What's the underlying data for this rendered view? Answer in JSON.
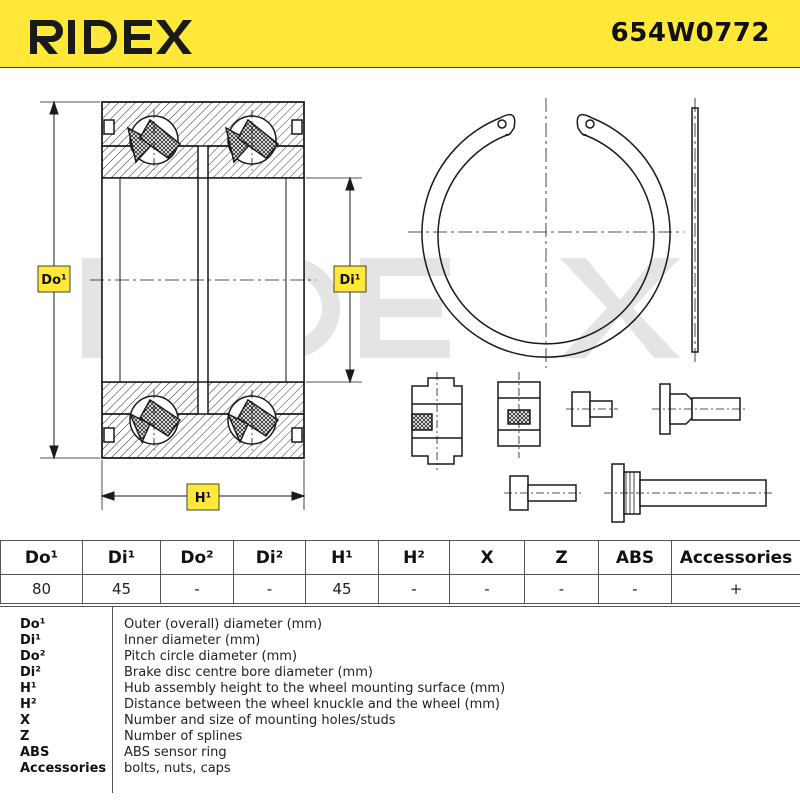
{
  "header": {
    "brand": "RIDEX",
    "part_number": "654W0772",
    "background_color": "#ffe838"
  },
  "drawing": {
    "label_outer": "Do¹",
    "label_inner": "Di¹",
    "label_height": "H¹",
    "watermark": "RIDEX"
  },
  "table": {
    "headers": [
      "Do¹",
      "Di¹",
      "Do²",
      "Di²",
      "H¹",
      "H²",
      "X",
      "Z",
      "ABS",
      "Accessories"
    ],
    "values": [
      "80",
      "45",
      "-",
      "-",
      "45",
      "-",
      "-",
      "-",
      "-",
      "+"
    ]
  },
  "legend": [
    {
      "key": "Do¹",
      "desc": "Outer (overall) diameter (mm)"
    },
    {
      "key": "Di¹",
      "desc": "Inner diameter (mm)"
    },
    {
      "key": "Do²",
      "desc": "Pitch circle diameter (mm)"
    },
    {
      "key": "Di²",
      "desc": "Brake disc centre bore diameter (mm)"
    },
    {
      "key": "H¹",
      "desc": "Hub assembly height to the wheel mounting surface (mm)"
    },
    {
      "key": "H²",
      "desc": "Distance between the wheel knuckle and the wheel (mm)"
    },
    {
      "key": "X",
      "desc": "Number and size of mounting holes/studs"
    },
    {
      "key": "Z",
      "desc": "Number of splines"
    },
    {
      "key": "ABS",
      "desc": "ABS sensor ring"
    },
    {
      "key": "Accessories",
      "desc": "bolts, nuts, caps"
    }
  ]
}
